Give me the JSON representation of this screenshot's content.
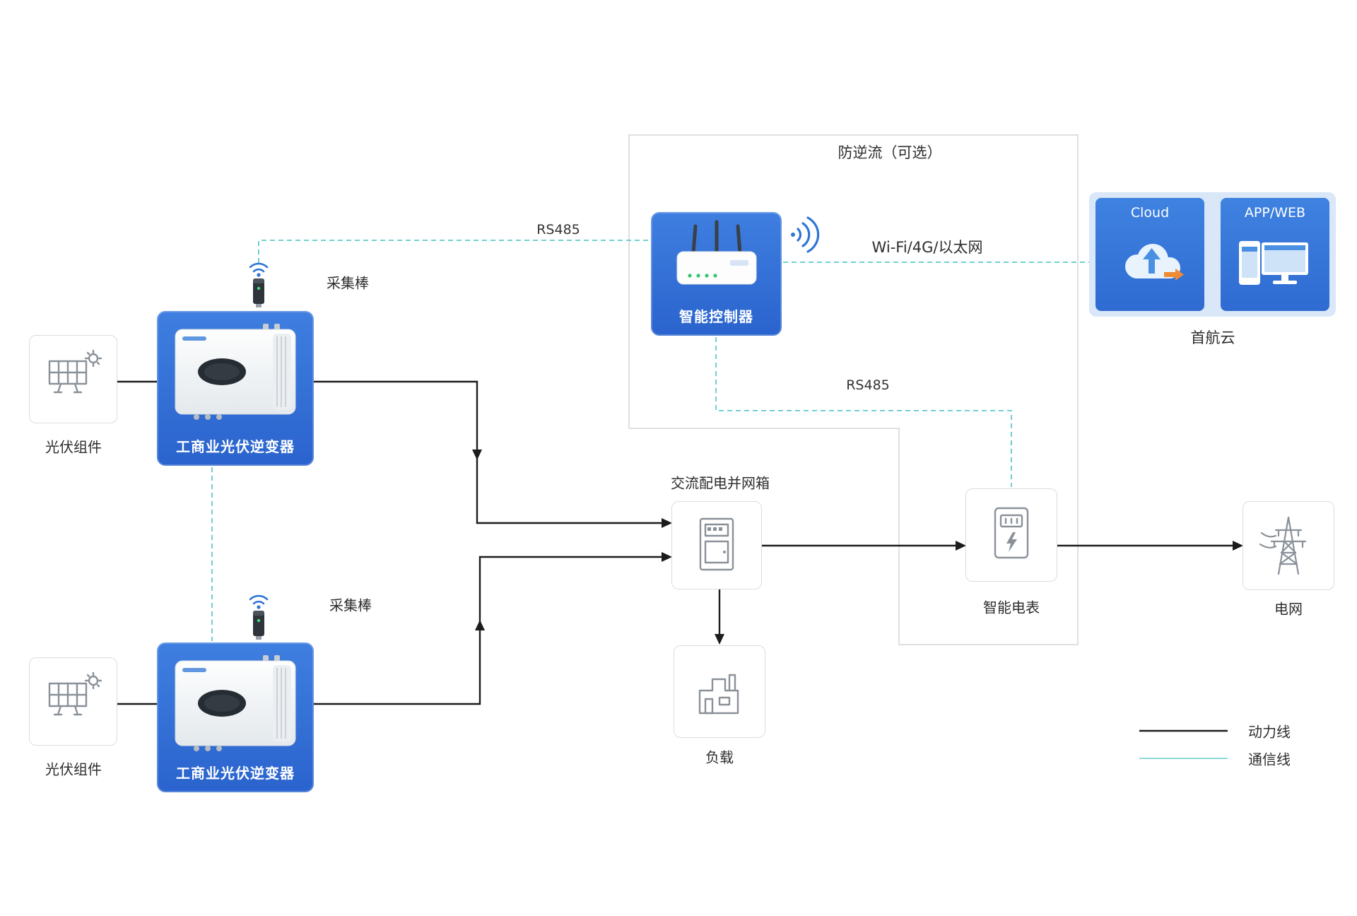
{
  "diagram": {
    "region_label": "防逆流（可选）",
    "labels": {
      "pv1": "光伏组件",
      "pv2": "光伏组件",
      "inverter1": "工商业光伏逆变器",
      "inverter2": "工商业光伏逆变器",
      "stick1": "采集棒",
      "stick2": "采集棒",
      "controller": "智能控制器",
      "rs485_top": "RS485",
      "rs485_mid": "RS485",
      "wifi_link": "Wi-Fi/4G/以太网",
      "cloud": "Cloud",
      "appweb": "APP/WEB",
      "cloud_platform": "首航云",
      "ac_box": "交流配电并网箱",
      "meter": "智能电表",
      "grid": "电网",
      "load": "负载"
    },
    "legend": {
      "power": "动力线",
      "comm": "通信线"
    },
    "colors": {
      "node_blue": "#2e6fd8",
      "comm_teal": "#5ecaca",
      "power_black": "#1c1c1c",
      "cloud_panel_bg": "#d9e7f8",
      "icon_gray": "#8a9199",
      "arrow_orange": "#ef8b33"
    }
  }
}
